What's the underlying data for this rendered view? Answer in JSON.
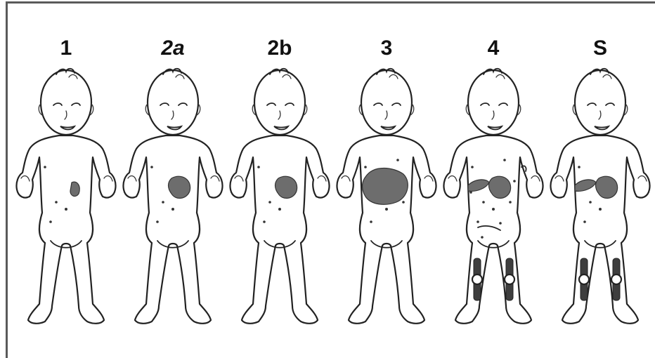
{
  "stages": [
    {
      "label": "1",
      "italic": false,
      "liver": false,
      "spleen": "small",
      "bone": false,
      "skin": false,
      "dots": "few"
    },
    {
      "label": "2a",
      "italic": true,
      "liver": false,
      "spleen": "medium",
      "bone": false,
      "skin": false,
      "dots": "few"
    },
    {
      "label": "2b",
      "italic": false,
      "liver": false,
      "spleen": "medium",
      "bone": false,
      "skin": false,
      "dots": "few"
    },
    {
      "label": "3",
      "italic": false,
      "liver": false,
      "spleen": "large",
      "bone": false,
      "skin": false,
      "dots": "some"
    },
    {
      "label": "4",
      "italic": false,
      "liver": true,
      "spleen": "medium",
      "bone": true,
      "skin": true,
      "dots": "many"
    },
    {
      "label": "S",
      "italic": false,
      "liver": true,
      "spleen": "medium",
      "bone": true,
      "skin": false,
      "dots": "few"
    }
  ],
  "colors": {
    "outline": "#222222",
    "lesion": "#6d6d6d",
    "frame": "#5a5a5a"
  }
}
